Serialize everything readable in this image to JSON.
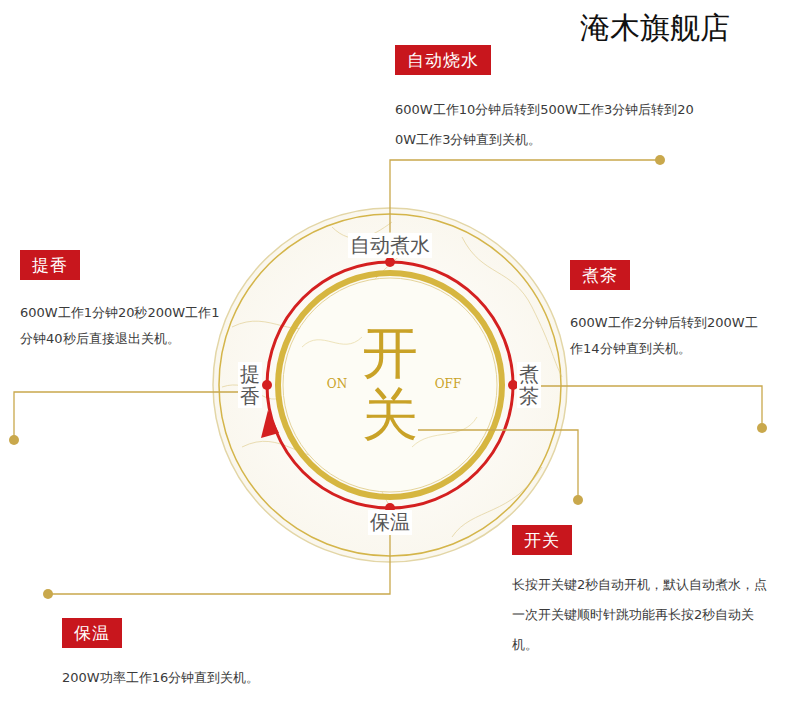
{
  "diagram": {
    "nodes": [
      {
        "text": [
          "自动烧水",
          "600W工作10分钟后转到500W工作3分钟后转到200W工作3分钟直到关机。"
        ]
      },
      {
        "text": [
          "提香",
          "600W工作1分钟20秒200W工作1分钟40秒后直接退出关机。"
        ]
      },
      {
        "text": [
          "煮茶",
          "600W工作2分钟后转到200W工作14分钟直到关机。"
        ]
      },
      {
        "text": [
          "ON",
          "OFF"
        ]
      },
      {
        "text": [
          "自动煮水"
        ],
        "in": 3
      },
      {
        "text": [
          "提香"
        ],
        "in": 3
      },
      {
        "text": [
          "煮茶"
        ],
        "in": 3
      },
      {
        "text": [
          "开关"
        ],
        "in": 3
      },
      {
        "text": [
          "保温"
        ],
        "in": 3
      },
      {
        "text": [
          "开关",
          "长按开关键2秒自动开机，默认自动煮水，点一次开关键顺时针跳功能再长按2秒自动关机。"
        ]
      },
      {
        "text": [
          "保温",
          "200W功率工作16分钟直到关机。"
        ]
      }
    ],
    "edges": [
      {
        "from": 0,
        "to": 4,
        "arrow": "none"
      },
      {
        "from": 1,
        "to": 5,
        "arrow": "none"
      },
      {
        "from": 2,
        "to": 6,
        "arrow": "none"
      },
      {
        "from": 9,
        "to": 7,
        "arrow": "none"
      },
      {
        "from": 10,
        "to": 8,
        "arrow": "none"
      }
    ],
    "labels": [
      "淹木旗舰店"
    ]
  }
}
